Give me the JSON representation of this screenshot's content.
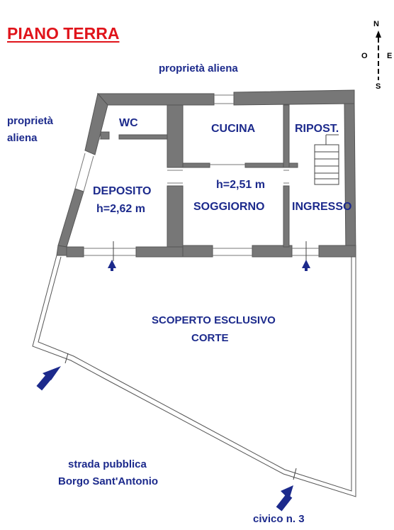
{
  "title": "PIANO TERRA",
  "compass": {
    "north": "N",
    "west": "O",
    "east": "E",
    "south": "S"
  },
  "labels": {
    "proprieta_top": "proprietà aliena",
    "proprieta_left_line1": "proprietà",
    "proprieta_left_line2": "aliena",
    "scoperto_line1": "SCOPERTO ESCLUSIVO",
    "scoperto_line2": "CORTE",
    "strada_line1": "strada pubblica",
    "strada_line2": "Borgo Sant'Antonio",
    "civico": "civico n. 3"
  },
  "rooms": {
    "wc": "WC",
    "cucina": "CUCINA",
    "ripost": "RIPOST.",
    "deposito": "DEPOSITO",
    "deposito_height": "h=2,62 m",
    "soggiorno_height": "h=2,51 m",
    "soggiorno": "SOGGIORNO",
    "ingresso": "INGRESSO"
  },
  "colors": {
    "wall": "#777777",
    "title": "#e0141b",
    "text": "#1c2a8c",
    "arrow": "#1c2a8c"
  }
}
